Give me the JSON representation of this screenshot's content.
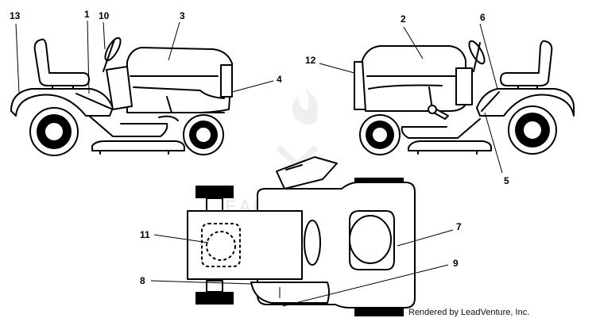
{
  "callouts": {
    "c1": "1",
    "c2": "2",
    "c3": "3",
    "c4": "4",
    "c5": "5",
    "c6": "6",
    "c7": "7",
    "c8": "8",
    "c9": "9",
    "c10": "10",
    "c11": "11",
    "c12": "12",
    "c13": "13"
  },
  "watermark": "LEADVENTURE",
  "footer": "Rendered by LeadVenture, Inc."
}
